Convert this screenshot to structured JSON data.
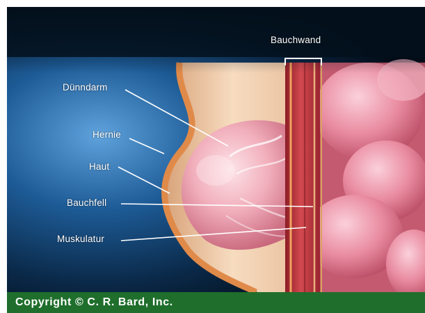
{
  "labels": {
    "abdominal_wall": "Bauchwand",
    "small_intestine": "Dünndarm",
    "hernia": "Hernie",
    "skin": "Haut",
    "peritoneum": "Bauchfell",
    "muscles": "Muskulatur"
  },
  "footer": {
    "copyright": "Copyright © C. R. Bard, Inc."
  },
  "colors": {
    "background_dark": "#04111e",
    "background_glow": "#2f78b8",
    "skin": "#f4d6b4",
    "fat_layer": "#e59a5c",
    "muscle": "#c8323c",
    "intestine": "#e87f94",
    "footer_green": "#1f6e2c"
  }
}
